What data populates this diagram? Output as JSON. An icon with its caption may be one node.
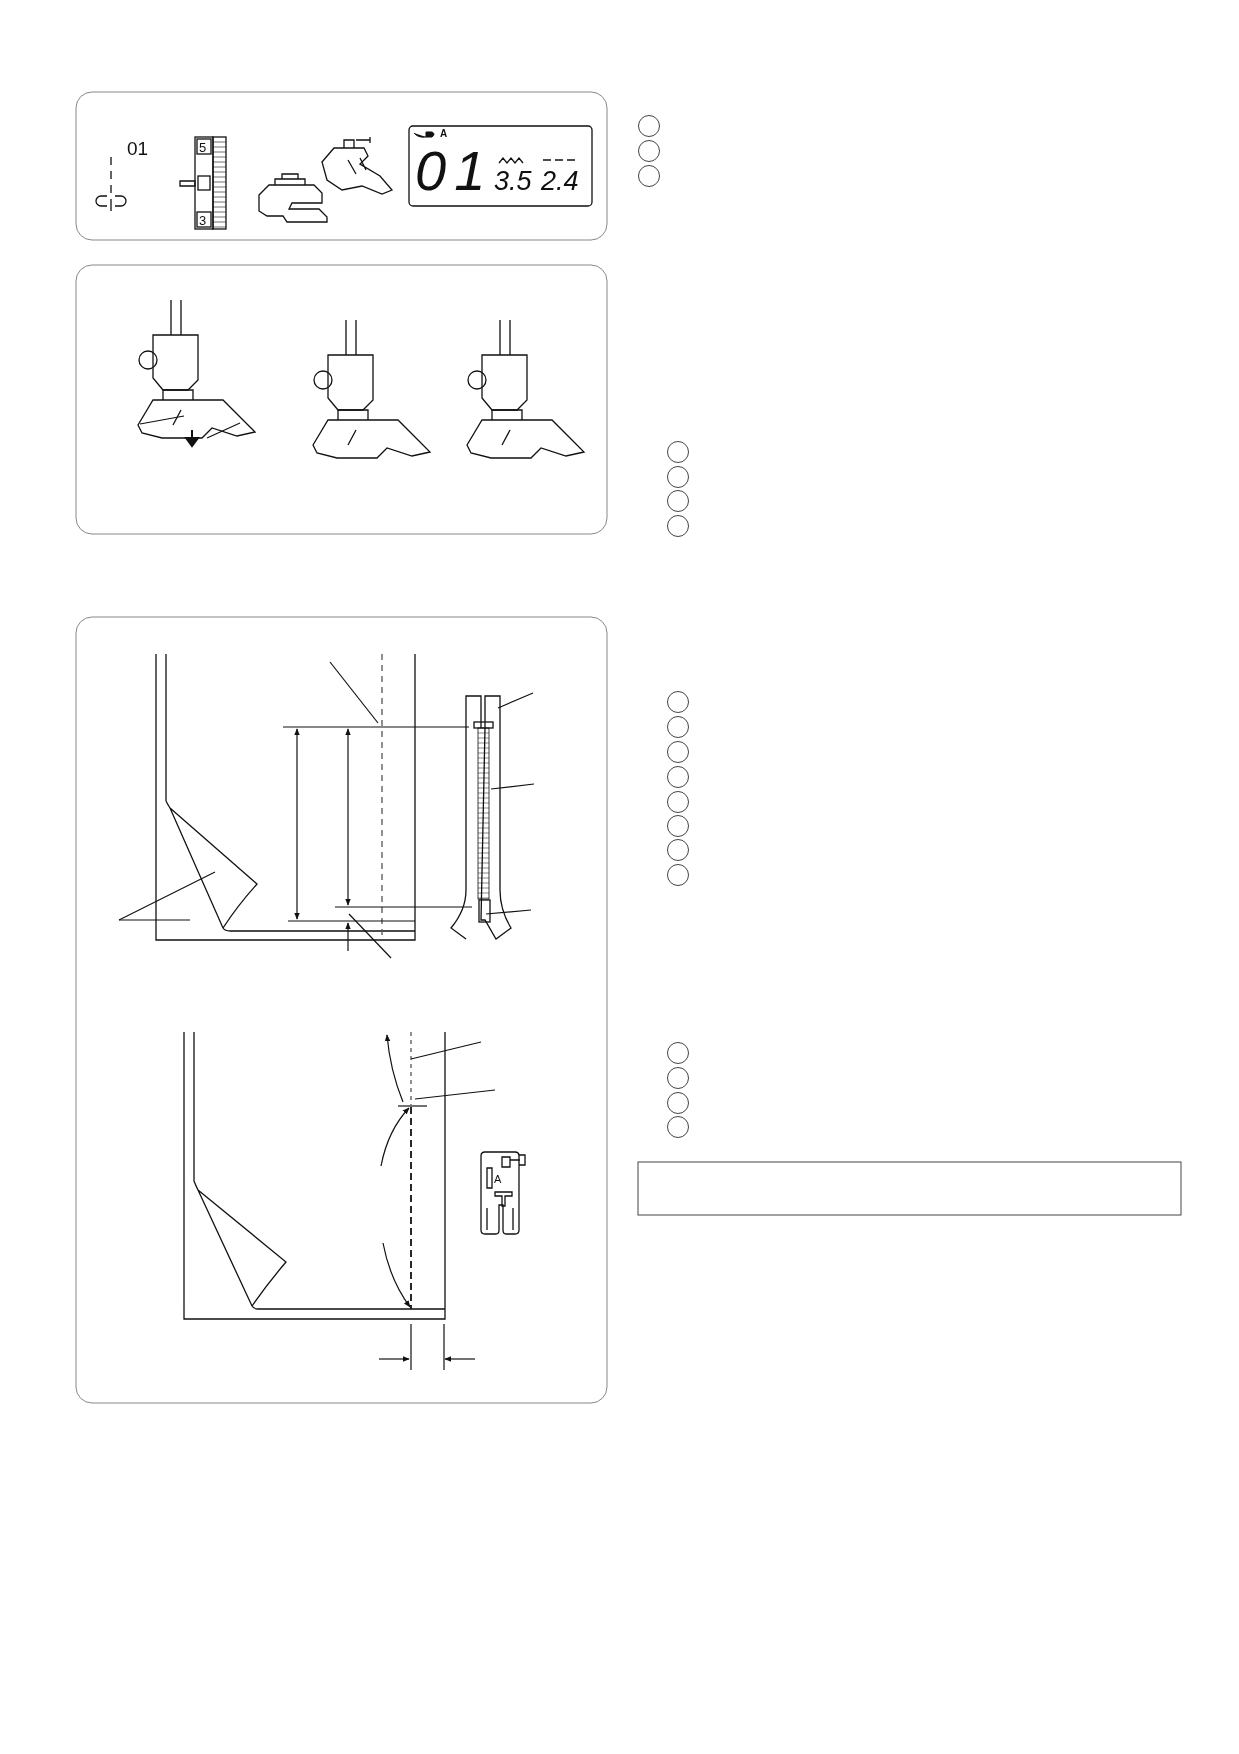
{
  "diagram": {
    "nodes": [
      {
        "text": [],
        "shape": "box"
      }
    ],
    "labels": [
      "01",
      "5",
      "3",
      "A",
      "01",
      "3.5",
      "2.4",
      "A"
    ]
  }
}
